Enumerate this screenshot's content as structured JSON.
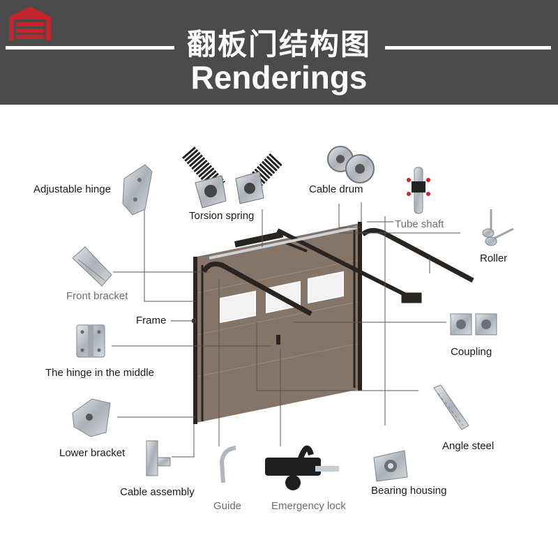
{
  "header": {
    "title_cn": "翻板门结构图",
    "title_en": "Renderings",
    "background_color": "#4a4b4b",
    "logo_color": "#c0272d"
  },
  "labels": {
    "adjustable_hinge": "Adjustable hinge",
    "torsion_spring": "Torsion spring",
    "cable_drum": "Cable drum",
    "tube_shaft": "Tube shaft",
    "roller": "Roller",
    "front_bracket": "Front bracket",
    "frame": "Frame",
    "coupling": "Coupling",
    "hinge_middle": "The hinge in the middle",
    "lower_bracket": "Lower bracket",
    "angle_steel": "Angle steel",
    "cable_assembly": "Cable assembly",
    "guide": "Guide",
    "emergency_lock": "Emergency lock",
    "bearing_housing": "Bearing housing"
  },
  "colors": {
    "door_panel": "#857569",
    "track": "#2a2420",
    "leader_line": "#555555",
    "metal": "#b8bec4"
  }
}
